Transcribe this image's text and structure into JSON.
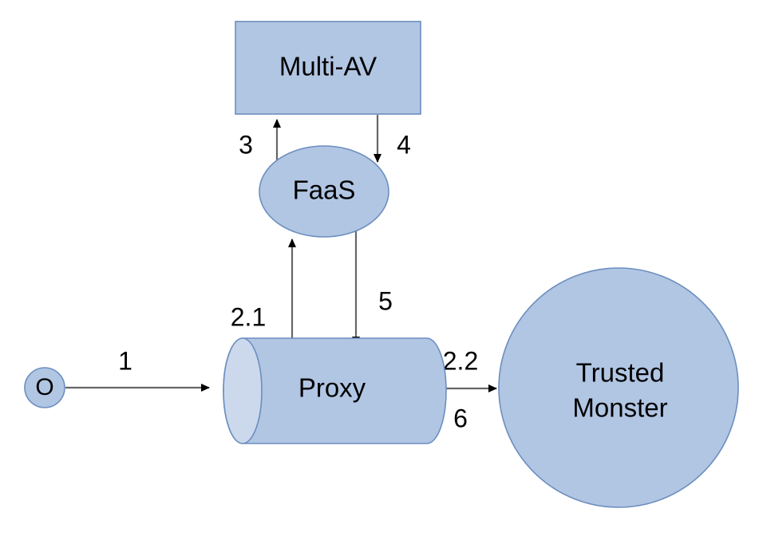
{
  "diagram": {
    "title": "Multi-AV FaaS Proxy Trusted Monster flow diagram",
    "colors": {
      "node_fill": "#b1c6e3",
      "node_stroke": "#6c8ebf",
      "cylinder_cap_fill": "#ccd9ec",
      "edge_stroke": "#666666",
      "arrowhead_fill": "#000000",
      "text": "#000000",
      "background": "#ffffff"
    },
    "nodes": [
      {
        "id": "origin",
        "label": "O",
        "shape": "circle"
      },
      {
        "id": "multi-av",
        "label": "Multi-AV",
        "shape": "rectangle"
      },
      {
        "id": "faas",
        "label": "FaaS",
        "shape": "ellipse"
      },
      {
        "id": "proxy",
        "label": "Proxy",
        "shape": "cylinder"
      },
      {
        "id": "trusted-monster",
        "label_line1": "Trusted",
        "label_line2": "Monster",
        "shape": "circle"
      }
    ],
    "edges": [
      {
        "id": "e1",
        "label": "1",
        "from": "origin",
        "to": "proxy",
        "direction": "right"
      },
      {
        "id": "e21",
        "label": "2.1",
        "from": "proxy",
        "to": "faas",
        "direction": "up"
      },
      {
        "id": "e3",
        "label": "3",
        "from": "faas",
        "to": "multi-av",
        "direction": "up"
      },
      {
        "id": "e4",
        "label": "4",
        "from": "multi-av",
        "to": "faas",
        "direction": "down"
      },
      {
        "id": "e5",
        "label": "5",
        "from": "faas",
        "to": "proxy",
        "direction": "down"
      },
      {
        "id": "e22",
        "label": "2.2",
        "from": "proxy",
        "to": "trusted-monster",
        "direction": "right"
      },
      {
        "id": "e6",
        "label": "6",
        "from": "proxy",
        "to": "trusted-monster",
        "direction": "right"
      }
    ]
  }
}
